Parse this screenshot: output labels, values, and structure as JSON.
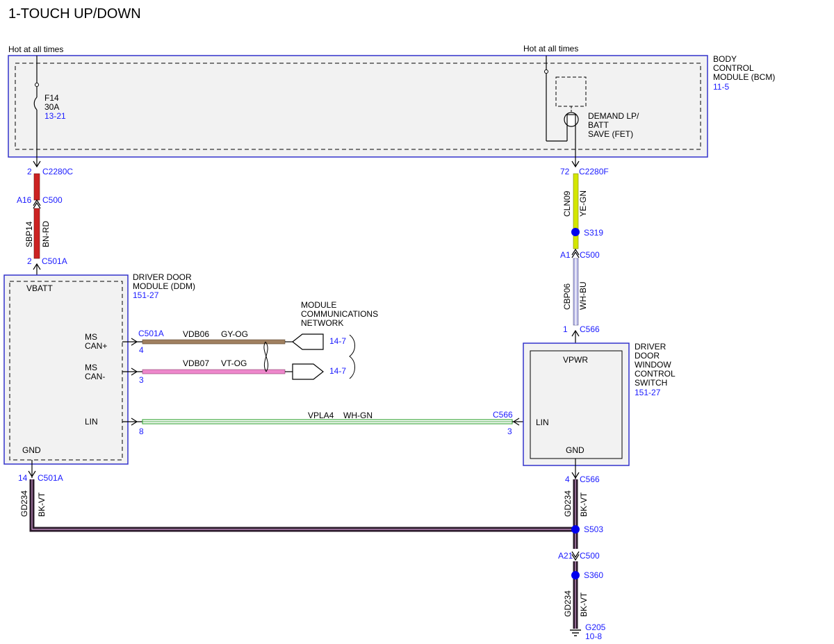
{
  "title": "1-TOUCH UP/DOWN",
  "colors": {
    "module_border": "#3333cc",
    "module_fill": "#f2f2f2",
    "ref_blue": "#1a1aff",
    "bn_rd": "#cc2222",
    "ye_gn": "#d4e600",
    "wh_bu": "#b8b8e6",
    "gy_og": "#a08060",
    "vt_og": "#ee88cc",
    "wh_gn": "#44aa44",
    "bk_vt": "#2a1a2a"
  },
  "power": {
    "left_label": "Hot at all times",
    "right_label": "Hot at all times"
  },
  "bcm": {
    "name_lines": [
      "BODY",
      "CONTROL",
      "MODULE (BCM)"
    ],
    "page_ref": "11-5",
    "fuse_name": "F14",
    "fuse_rating": "30A",
    "fuse_ref": "13-21",
    "fet_lines": [
      "DEMAND LP/",
      "BATT",
      "SAVE (FET)"
    ]
  },
  "left_circuit": {
    "c2280c_pin": "2",
    "c2280c": "C2280C",
    "c500_pin": "A16",
    "c500": "C500",
    "wire": "SBP14",
    "color": "BN-RD",
    "c501a_pin": "2",
    "c501a": "C501A"
  },
  "right_circuit": {
    "c2280f_pin": "72",
    "c2280f": "C2280F",
    "wire1": "CLN09",
    "color1": "YE-GN",
    "splice1": "S319",
    "c500_pin": "A1",
    "c500": "C500",
    "wire2": "CBP06",
    "color2": "WH-BU",
    "c566_pin": "1",
    "c566": "C566"
  },
  "ddm": {
    "name_lines": [
      "DRIVER DOOR",
      "MODULE (DDM)"
    ],
    "page_ref": "151-27",
    "vbatt": "VBATT",
    "ms_can_plus": [
      "MS",
      "CAN+"
    ],
    "ms_can_minus": [
      "MS",
      "CAN-"
    ],
    "lin": "LIN",
    "gnd": "GND"
  },
  "can": {
    "connector": "C501A",
    "pin_plus": "4",
    "pin_minus": "3",
    "wire_plus": "VDB06",
    "color_plus": "GY-OG",
    "wire_minus": "VDB07",
    "color_minus": "VT-OG",
    "network_lines": [
      "MODULE",
      "COMMUNICATIONS",
      "NETWORK"
    ],
    "ref_plus": "14-7",
    "ref_minus": "14-7"
  },
  "lin_circuit": {
    "wire": "VPLA4",
    "color": "WH-GN",
    "ddm_pin": "8",
    "switch_connector": "C566",
    "switch_pin": "3"
  },
  "switch": {
    "name_lines": [
      "DRIVER",
      "DOOR",
      "WINDOW",
      "CONTROL",
      "SWITCH"
    ],
    "page_ref": "151-27",
    "vpwr": "VPWR",
    "lin": "LIN",
    "gnd": "GND"
  },
  "ground": {
    "ddm_pin": "14",
    "ddm_connector": "C501A",
    "left_wire": "GD234",
    "left_color": "BK-VT",
    "switch_pin": "4",
    "switch_connector": "C566",
    "right_wire": "GD234",
    "right_color": "BK-VT",
    "splice_s503": "S503",
    "c500_pin": "A21",
    "c500": "C500",
    "splice_s360": "S360",
    "bottom_wire": "GD234",
    "bottom_color": "BK-VT",
    "ground_point": "G205",
    "ground_ref": "10-8"
  }
}
